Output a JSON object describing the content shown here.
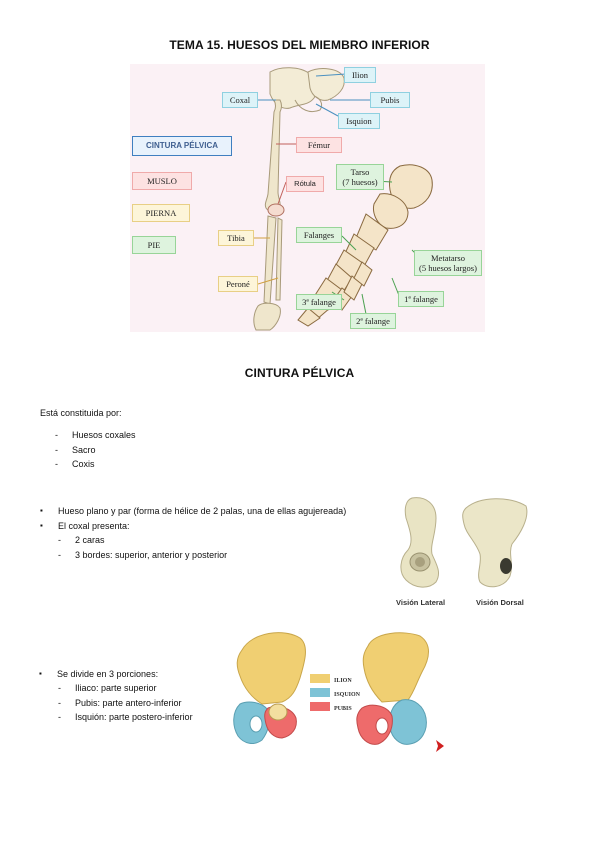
{
  "header": {
    "title": "TEMA 15. HUESOS DEL MIEMBRO INFERIOR"
  },
  "figure_skeleton": {
    "labels": {
      "ilion": "Ilion",
      "coxal": "Coxal",
      "pubis": "Pubis",
      "isquion": "Isquion",
      "cintura": "CINTURA PÉLVICA",
      "femur": "Fémur",
      "muslo": "MUSLO",
      "rotula": "Rótula",
      "tarso": "Tarso\n(7 huesos)",
      "pierna": "PIERNA",
      "tibia": "Tibia",
      "falanges": "Falanges",
      "pie": "PIE",
      "metatarso": "Metatarso\n(5 huesos largos)",
      "perone": "Peroné",
      "falange1": "1ª falange",
      "falange3": "3ª falange",
      "falange2": "2ª falange"
    }
  },
  "section": {
    "title": "CINTURA PÉLVICA",
    "intro": "Está constituida por:",
    "components": [
      "Huesos coxales",
      "Sacro",
      "Coxis"
    ],
    "bullets": {
      "b1": "Hueso plano y par (forma de hélice de 2 palas, una de ellas agujereada)",
      "b2": "El coxal presenta:",
      "b2_sub": [
        "2 caras",
        "3 bordes: superior, anterior y posterior"
      ],
      "b3": "Se divide en 3 porciones:",
      "b3_sub": [
        "Iliaco: parte superior",
        "Pubis: parte antero-inferior",
        "Isquión: parte postero-inferior"
      ]
    }
  },
  "figure_photos": {
    "caption_left": "Visión Lateral",
    "caption_right": "Visión Dorsal"
  },
  "figure_pelvis": {
    "legend": [
      "ILION",
      "ISQUION",
      "PUBIS"
    ],
    "colors": {
      "ilion": "#f0cf72",
      "isquion": "#7ec3d6",
      "pubis": "#ee6b6b"
    }
  }
}
